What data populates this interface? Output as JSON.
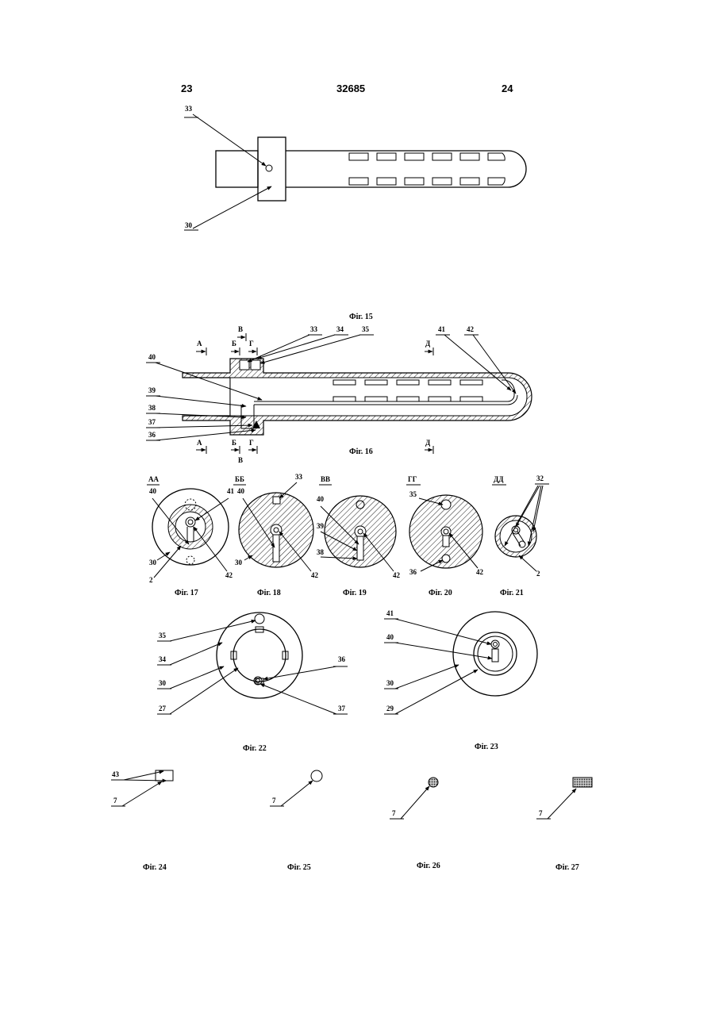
{
  "header": {
    "page_left": "23",
    "patent_number": "32685",
    "page_right": "24"
  },
  "figures": {
    "fig15": {
      "caption": "Фіг. 15",
      "labels": [
        "33",
        "30"
      ]
    },
    "fig16": {
      "caption": "Фіг. 16",
      "labels": [
        "33",
        "34",
        "35",
        "41",
        "42",
        "40",
        "39",
        "38",
        "37",
        "36"
      ],
      "section_marks": [
        "А",
        "Б",
        "В",
        "Г",
        "Д"
      ]
    },
    "sections": [
      {
        "title": "АА",
        "caption": "Фіг. 17",
        "labels": [
          "40",
          "41",
          "30",
          "2",
          "42"
        ]
      },
      {
        "title": "ББ",
        "caption": "Фіг. 18",
        "labels": [
          "33",
          "40",
          "30",
          "42"
        ]
      },
      {
        "title": "ВВ",
        "caption": "Фіг. 19",
        "labels": [
          "40",
          "39",
          "38",
          "42"
        ]
      },
      {
        "title": "ГГ",
        "caption": "Фіг. 20",
        "labels": [
          "35",
          "36",
          "42"
        ]
      },
      {
        "title": "ДД",
        "caption": "Фіг. 21",
        "labels": [
          "32",
          "2"
        ]
      }
    ],
    "fig22": {
      "caption": "Фіг. 22",
      "labels": [
        "35",
        "34",
        "30",
        "27",
        "36",
        "37"
      ]
    },
    "fig23": {
      "caption": "Фіг. 23",
      "labels": [
        "41",
        "40",
        "30",
        "29"
      ]
    },
    "fig24": {
      "caption": "Фіг. 24",
      "labels": [
        "43",
        "7"
      ]
    },
    "fig25": {
      "caption": "Фіг. 25",
      "labels": [
        "7"
      ]
    },
    "fig26": {
      "caption": "Фіг. 26",
      "labels": [
        "7"
      ]
    },
    "fig27": {
      "caption": "Фіг. 27",
      "labels": [
        "7"
      ]
    }
  },
  "colors": {
    "ink": "#000000",
    "paper": "#ffffff"
  }
}
